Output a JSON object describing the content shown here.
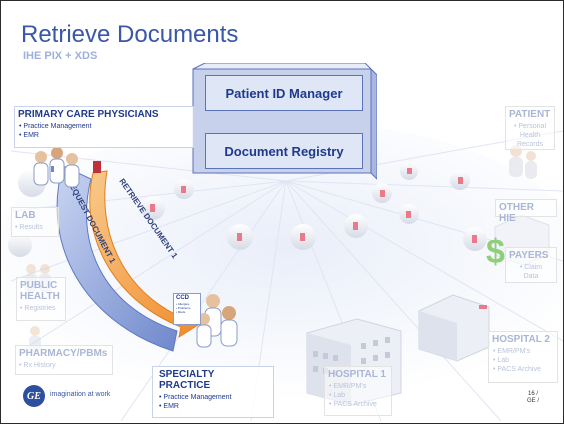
{
  "title": "Retrieve Documents",
  "subtitle": "IHE PIX + XDS",
  "central": {
    "patient_id_manager": "Patient ID Manager",
    "document_registry": "Document Registry"
  },
  "arrows": {
    "retrieve": "RETRIEVE DOCUMENT 1",
    "request": "REQUEST DOCUMENT 1"
  },
  "boxes": {
    "primary_care": {
      "title": "PRIMARY CARE PHYSICIANS",
      "items": [
        "• Practice Management",
        "• EMR"
      ]
    },
    "lab": {
      "title": "LAB",
      "items": [
        "• Results"
      ]
    },
    "public_health": {
      "title": "PUBLIC HEALTH",
      "items": [
        "• Registries"
      ]
    },
    "pharmacy": {
      "title": "PHARMACY/PBMs",
      "items": [
        "• Rx History"
      ]
    },
    "specialty": {
      "title": "SPECIALTY PRACTICE",
      "items": [
        "• Practice Management",
        "• EMR"
      ]
    },
    "hospital1": {
      "title": "HOSPITAL 1",
      "items": [
        "• EMR/PM's",
        "• Lab",
        "• PACS Archive"
      ]
    },
    "patient": {
      "title": "PATIENT",
      "items": [
        "• Personal",
        "Health",
        "Records"
      ]
    },
    "other_hie": {
      "title": "OTHER HIE",
      "items": []
    },
    "payers": {
      "title": "PAYERS",
      "items": [
        "• Claim",
        "Data"
      ]
    },
    "hospital2": {
      "title": "HOSPITAL 2",
      "items": [
        "• EMR/PM's",
        "• Lab",
        "• PACS Archive"
      ]
    }
  },
  "ccd": {
    "title": "CCD",
    "items": [
      "• Allergies",
      "• Problems",
      "• Meds"
    ]
  },
  "dollar": "$",
  "footer": {
    "logo": "GE",
    "text": "imagination at work",
    "page": "16 /",
    "org": "GE /"
  },
  "colors": {
    "title": "#3a57a8",
    "text_blue": "#1f3a8c",
    "retrieve_arrow": "#f4a94f",
    "request_arrow": "#8da3d8"
  }
}
